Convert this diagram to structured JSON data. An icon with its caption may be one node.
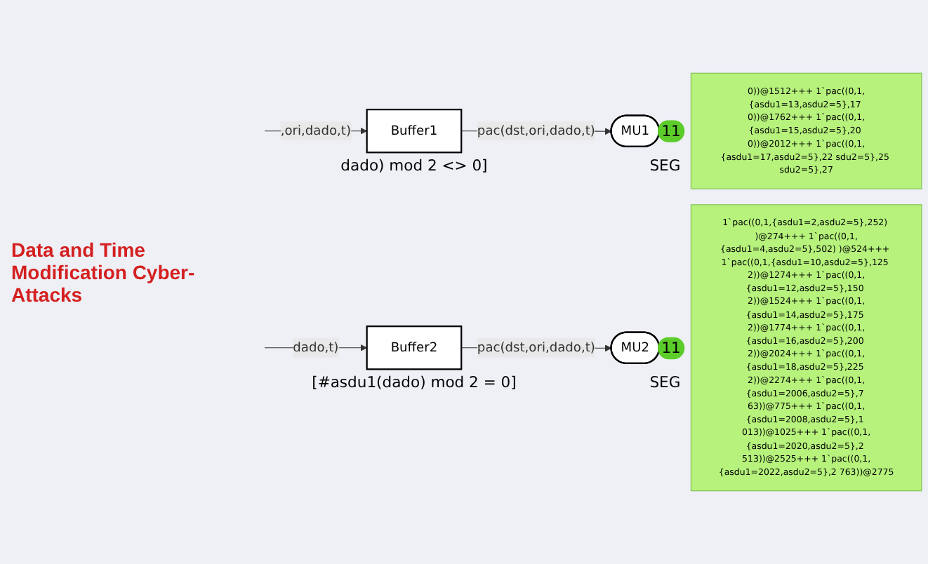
{
  "diagram": {
    "nodes": [
      {
        "text": [
          "Buffer1"
        ],
        "beside": [
          "dado) mod 2 <> 0]"
        ]
      },
      {
        "text": [
          "MU1"
        ],
        "beside": [
          "11",
          "SEG"
        ]
      },
      {
        "text": [
          "0))@1512+++ 1`pac((0,1,{asdu1=13,asdu2=5},17 0))@1762+++ 1`pac((0,1,{asdu1=15,asdu2=5},20 0))@2012+++ 1`pac((0,1,{asdu1=17,asdu2=5},22 sdu2=5},25 sdu2=5},27"
        ]
      },
      {
        "text": [
          "Buffer2"
        ],
        "beside": [
          "[#asdu1(dado) mod 2 = 0]"
        ]
      },
      {
        "text": [
          "MU2"
        ],
        "beside": [
          "11",
          "SEG"
        ]
      },
      {
        "text": [
          "1`pac((0,1,{asdu1=2,asdu2=5},252) )@274+++ 1`pac((0,1,{asdu1=4,asdu2=5},502) )@524+++ 1`pac((0,1,{asdu1=10,asdu2=5},125 2))@1274+++ 1`pac((0,1,{asdu1=12,asdu2=5},150 2))@1524+++ 1`pac((0,1,{asdu1=14,asdu2=5},175 2))@1774+++ 1`pac((0,1,{asdu1=16,asdu2=5},200 2))@2024+++ 1`pac((0,1,{asdu1=18,asdu2=5},225 2))@2274+++ 1`pac((0,1,{asdu1=2006,asdu2=5},7 63))@775+++ 1`pac((0,1,{asdu1=2008,asdu2=5},1 013))@1025+++ 1`pac((0,1,{asdu1=2020,asdu2=5},2 513))@2525+++ 1`pac((0,1,{asdu1=2022,asdu2=5},2 763))@2775"
        ]
      }
    ],
    "edges": [
      {
        "from": null,
        "to": 0,
        "arrow": "to",
        "label": ",ori,dado,t)"
      },
      {
        "from": 0,
        "to": 1,
        "arrow": "to",
        "label": "pac(dst,ori,dado,t)"
      },
      {
        "from": null,
        "to": 3,
        "arrow": "to",
        "label": "dado,t)"
      },
      {
        "from": 3,
        "to": 4,
        "arrow": "to",
        "label": "pac(dst,ori,dado,t)"
      }
    ],
    "labels": [
      "Data and Time Modification Cyber-Attacks"
    ]
  }
}
